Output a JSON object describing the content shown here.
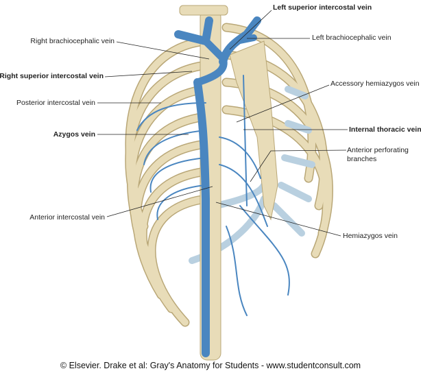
{
  "labels": {
    "left_superior_intercostal_vein": "Left superior intercostal vein",
    "right_brachiocephalic_vein": "Right brachiocephalic vein",
    "left_brachiocephalic_vein": "Left brachiocephalic vein",
    "right_superior_intercostal_vein": "Right superior intercostal vein",
    "accessory_hemiazygos_vein": "Accessory hemiazygos vein",
    "posterior_intercostal_vein": "Posterior intercostal vein",
    "azygos_vein": "Azygos vein",
    "internal_thoracic_vein": "Internal thoracic vein",
    "anterior_perforating_branches_1": "Anterior perforating",
    "anterior_perforating_branches_2": "branches",
    "anterior_intercostal_vein": "Anterior intercostal vein",
    "hemiazygos_vein": "Hemiazygos vein"
  },
  "copyright": "© Elsevier. Drake et al: Gray's Anatomy for Students - www.studentconsult.com",
  "colors": {
    "bone": "#e8dcb8",
    "bone_edge": "#b9a777",
    "vein": "#4a86c0",
    "cartilage": "#b9d0e0"
  }
}
